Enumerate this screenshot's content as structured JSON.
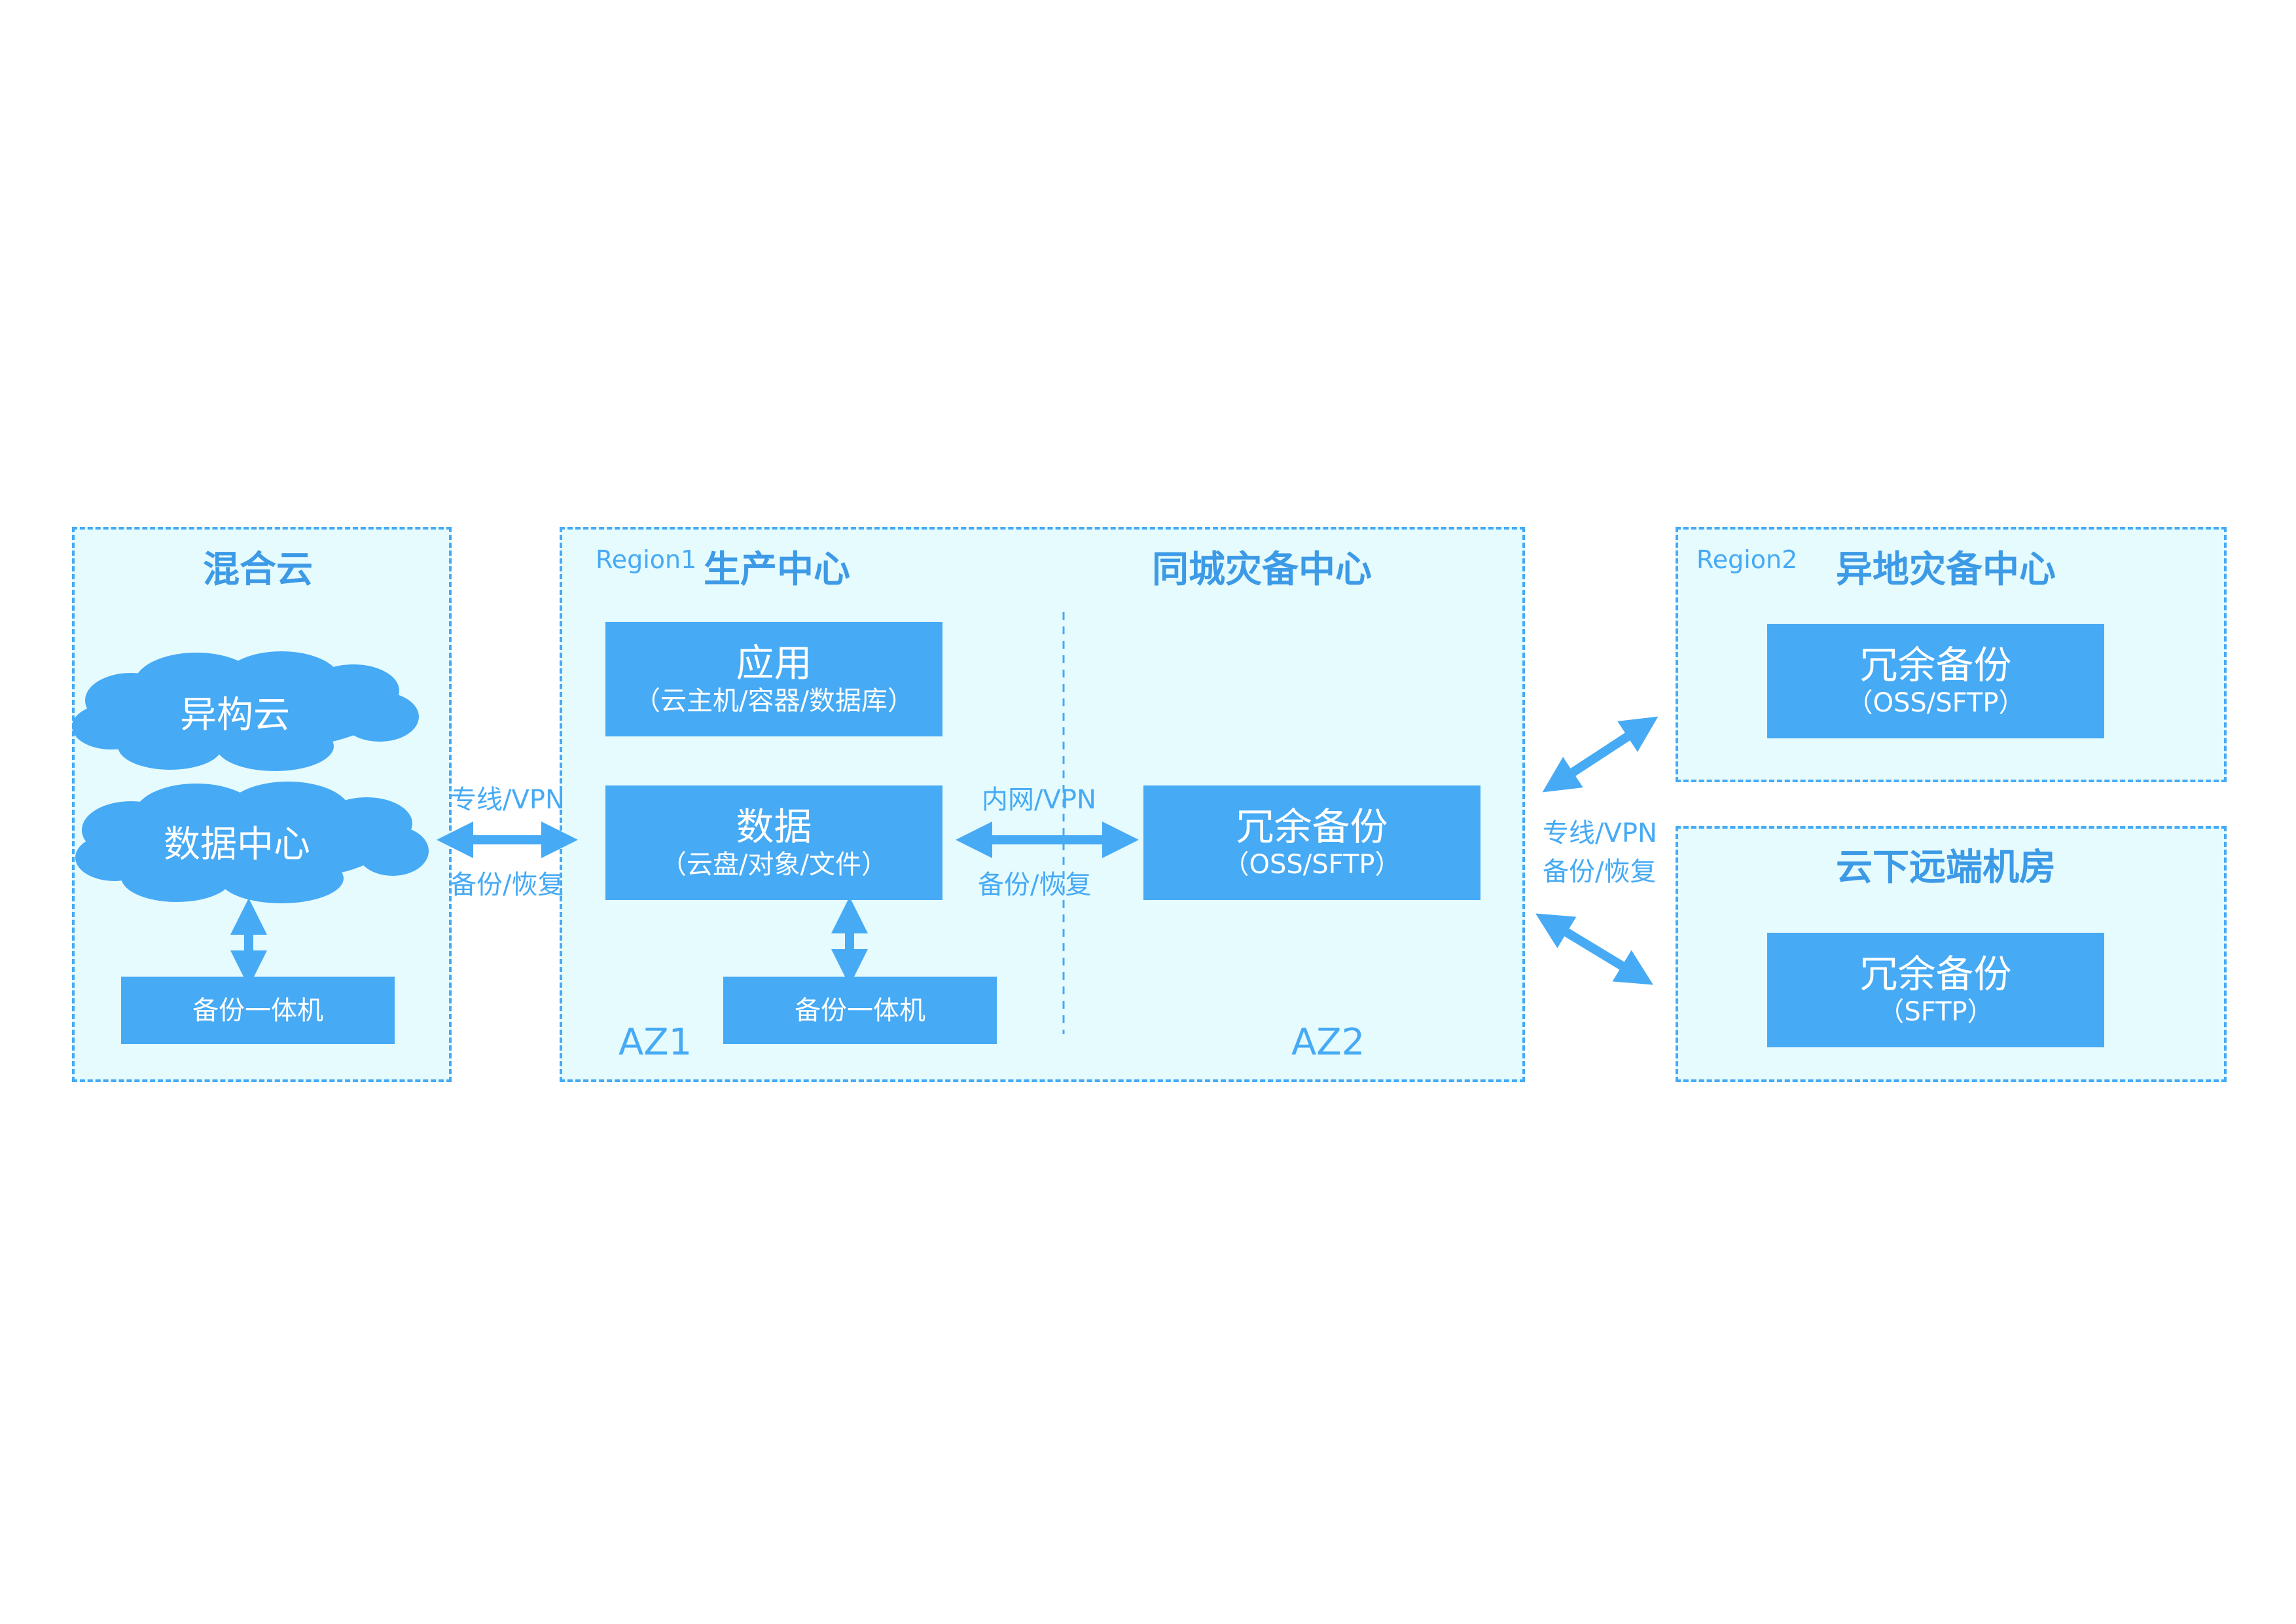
{
  "hybrid": {
    "title": "混合云",
    "cloud_hetero": "异构云",
    "cloud_datacenter": "数据中心",
    "appliance": "备份一体机"
  },
  "region1": {
    "region_label": "Region1",
    "production": {
      "title": "生产中心",
      "app_title": "应用",
      "app_sub": "（云主机/容器/数据库）",
      "data_title": "数据",
      "data_sub": "（云盘/对象/文件）",
      "appliance": "备份一体机",
      "az": "AZ1"
    },
    "same_city": {
      "title": "同城灾备中心",
      "redundant_title": "冗余备份",
      "redundant_sub": "（OSS/SFTP）",
      "az": "AZ2"
    }
  },
  "region2": {
    "region_label": "Region2",
    "offsite": {
      "title": "异地灾备中心",
      "redundant_title": "冗余备份",
      "redundant_sub": "（OSS/SFTP）"
    }
  },
  "remote_room": {
    "title": "云下远端机房",
    "redundant_title": "冗余备份",
    "redundant_sub": "（SFTP）"
  },
  "links": {
    "hybrid_to_prod_top": "专线/VPN",
    "hybrid_to_prod_bottom": "备份/恢复",
    "az_top": "内网/VPN",
    "az_bottom": "备份/恢复",
    "right_top": "专线/VPN",
    "right_bottom": "备份/恢复"
  },
  "colors": {
    "accent": "#46aaf5",
    "region_fill": "#e6fbfd",
    "title_text": "#3c9ae6"
  }
}
